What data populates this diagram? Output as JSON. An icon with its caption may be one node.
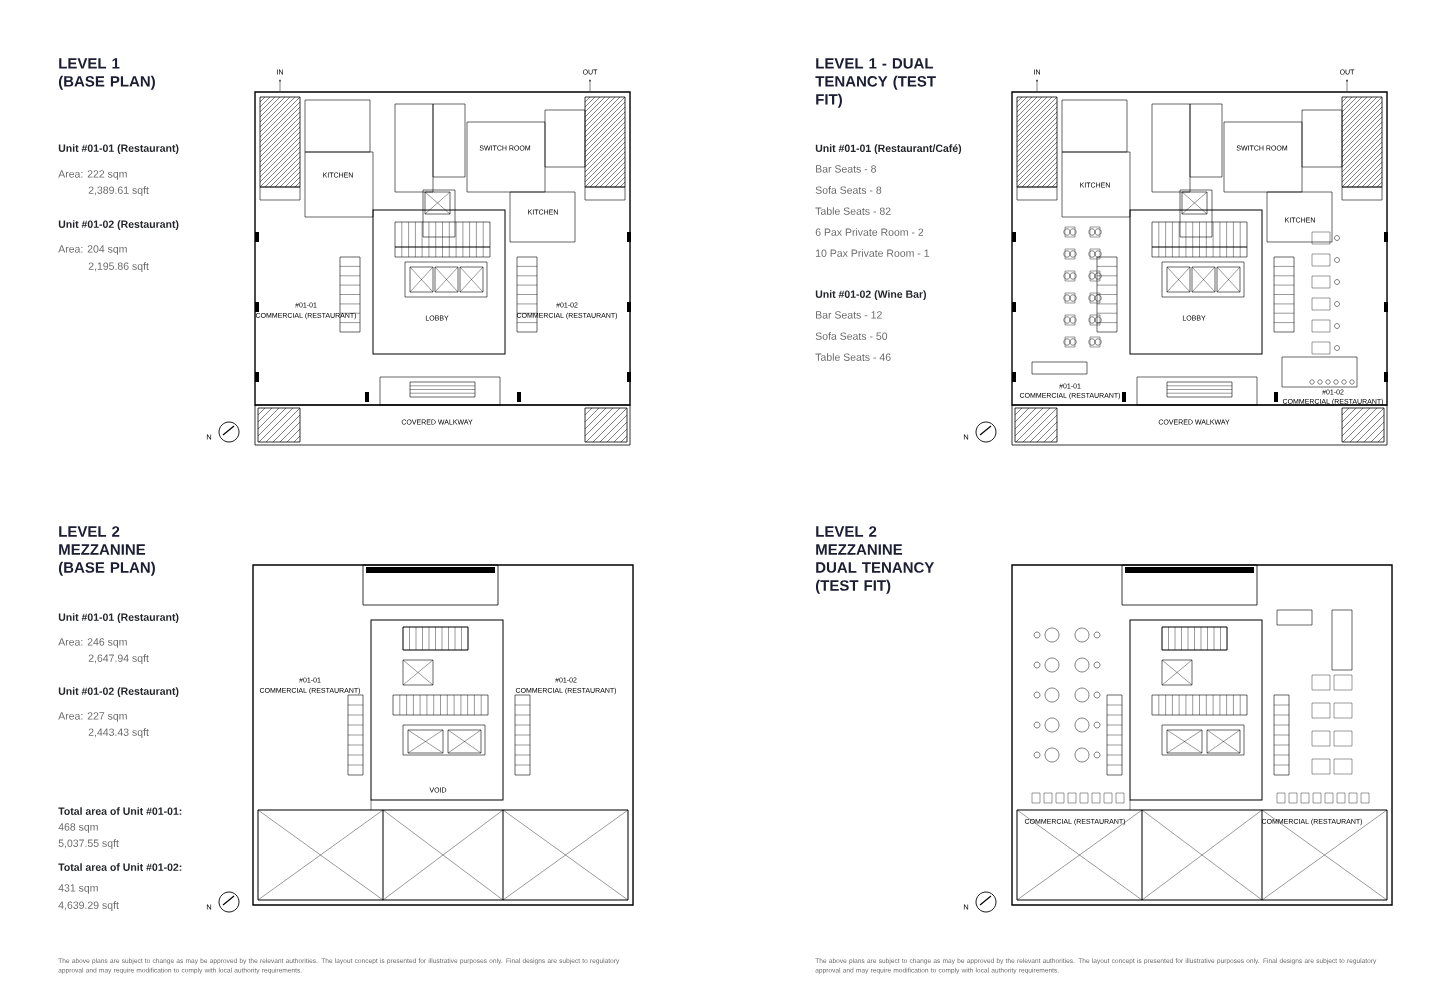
{
  "diagram": {
    "labels": [
      "LEVEL 1 (BASE PLAN)",
      "Unit #01-01 (Restaurant)",
      "Area: 222 sqm",
      "2,389.61 sqft",
      "Unit #01-02 (Restaurant)",
      "Area: 204 sqm",
      "2,195.86 sqft",
      "LEVEL 1 - DUAL TENANCY (TEST FIT)",
      "Unit #01-01 (Restaurant/Café)",
      "Bar Seats - 8",
      "Sofa Seats - 8",
      "Table Seats - 82",
      "6 Pax Private Room - 2",
      "10 Pax Private Room - 1",
      "Unit #01-02 (Wine Bar)",
      "Bar Seats - 12",
      "Sofa Seats - 50",
      "Table Seats - 46",
      "LEVEL 2 MEZZANINE (BASE PLAN)",
      "Unit #01-01 (Restaurant)",
      "Area: 246 sqm",
      "2,647.94 sqft",
      "Unit #01-02 (Restaurant)",
      "Area: 227 sqm",
      "2,443.43 sqft",
      "Total area of Unit #01-01:",
      "468 sqm",
      "5,037.55 sqft",
      "Total area of Unit #01-02:",
      "431 sqm",
      "4,639.29 sqft",
      "LEVEL 2 MEZZANINE DUAL TENANCY (TEST FIT)",
      "The above plans are subject to change as may be approved by the relevant authorities. The layout concept is presented for illustrative purposes only. Final designs are subject to regulatory approval and may require modification to comply with local authority requirements.",
      "The above plans are subject to change as may be approved by the relevant authorities. The layout concept is presented for illustrative purposes only. Final designs are subject to regulatory approval and may require modification to comply with local authority requirements.",
      "IN",
      "OUT",
      "KITCHEN",
      "SWITCH ROOM",
      "KITCHEN",
      "#01-01",
      "COMMERCIAL (RESTAURANT)",
      "LOBBY",
      "#01-02",
      "COMMERCIAL (RESTAURANT)",
      "COVERED WALKWAY",
      "N",
      "IN",
      "OUT",
      "KITCHEN",
      "SWITCH ROOM",
      "KITCHEN",
      "LOBBY",
      "#01-01",
      "COMMERCIAL (RESTAURANT)",
      "#01-02",
      "COMMERCIAL (RESTAURANT)",
      "COVERED WALKWAY",
      "N",
      "#01-01",
      "COMMERCIAL (RESTAURANT)",
      "#01-02",
      "COMMERCIAL (RESTAURANT)",
      "VOID",
      "N",
      "COMMERCIAL (RESTAURANT)",
      "COMMERCIAL (RESTAURANT)",
      "N"
    ]
  }
}
